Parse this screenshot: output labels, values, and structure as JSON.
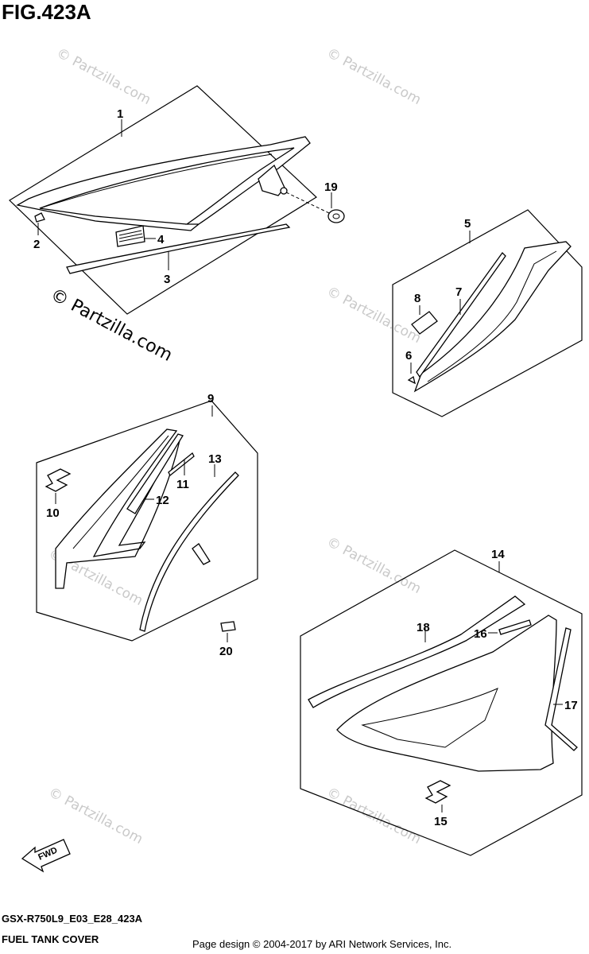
{
  "figure": {
    "title": "FIG.423A",
    "model_code": "GSX-R750L9_E03_E28_423A",
    "caption": "FUEL TANK COVER",
    "credit": "Page design © 2004-2017 by ARI Network Services, Inc."
  },
  "watermarks": {
    "large": "© Partzilla.com",
    "small": "© Partzilla.com"
  },
  "fwd_label": "FWD",
  "callouts": {
    "c1": "1",
    "c2": "2",
    "c3": "3",
    "c4": "4",
    "c5": "5",
    "c6": "6",
    "c7": "7",
    "c8": "8",
    "c9": "9",
    "c10": "10",
    "c11": "11",
    "c12": "12",
    "c13": "13",
    "c14": "14",
    "c15": "15",
    "c16": "16",
    "c17": "17",
    "c18": "18",
    "c19": "19",
    "c20": "20"
  },
  "colors": {
    "line": "#000000",
    "watermark": "#c9c9c9",
    "background": "#ffffff"
  }
}
